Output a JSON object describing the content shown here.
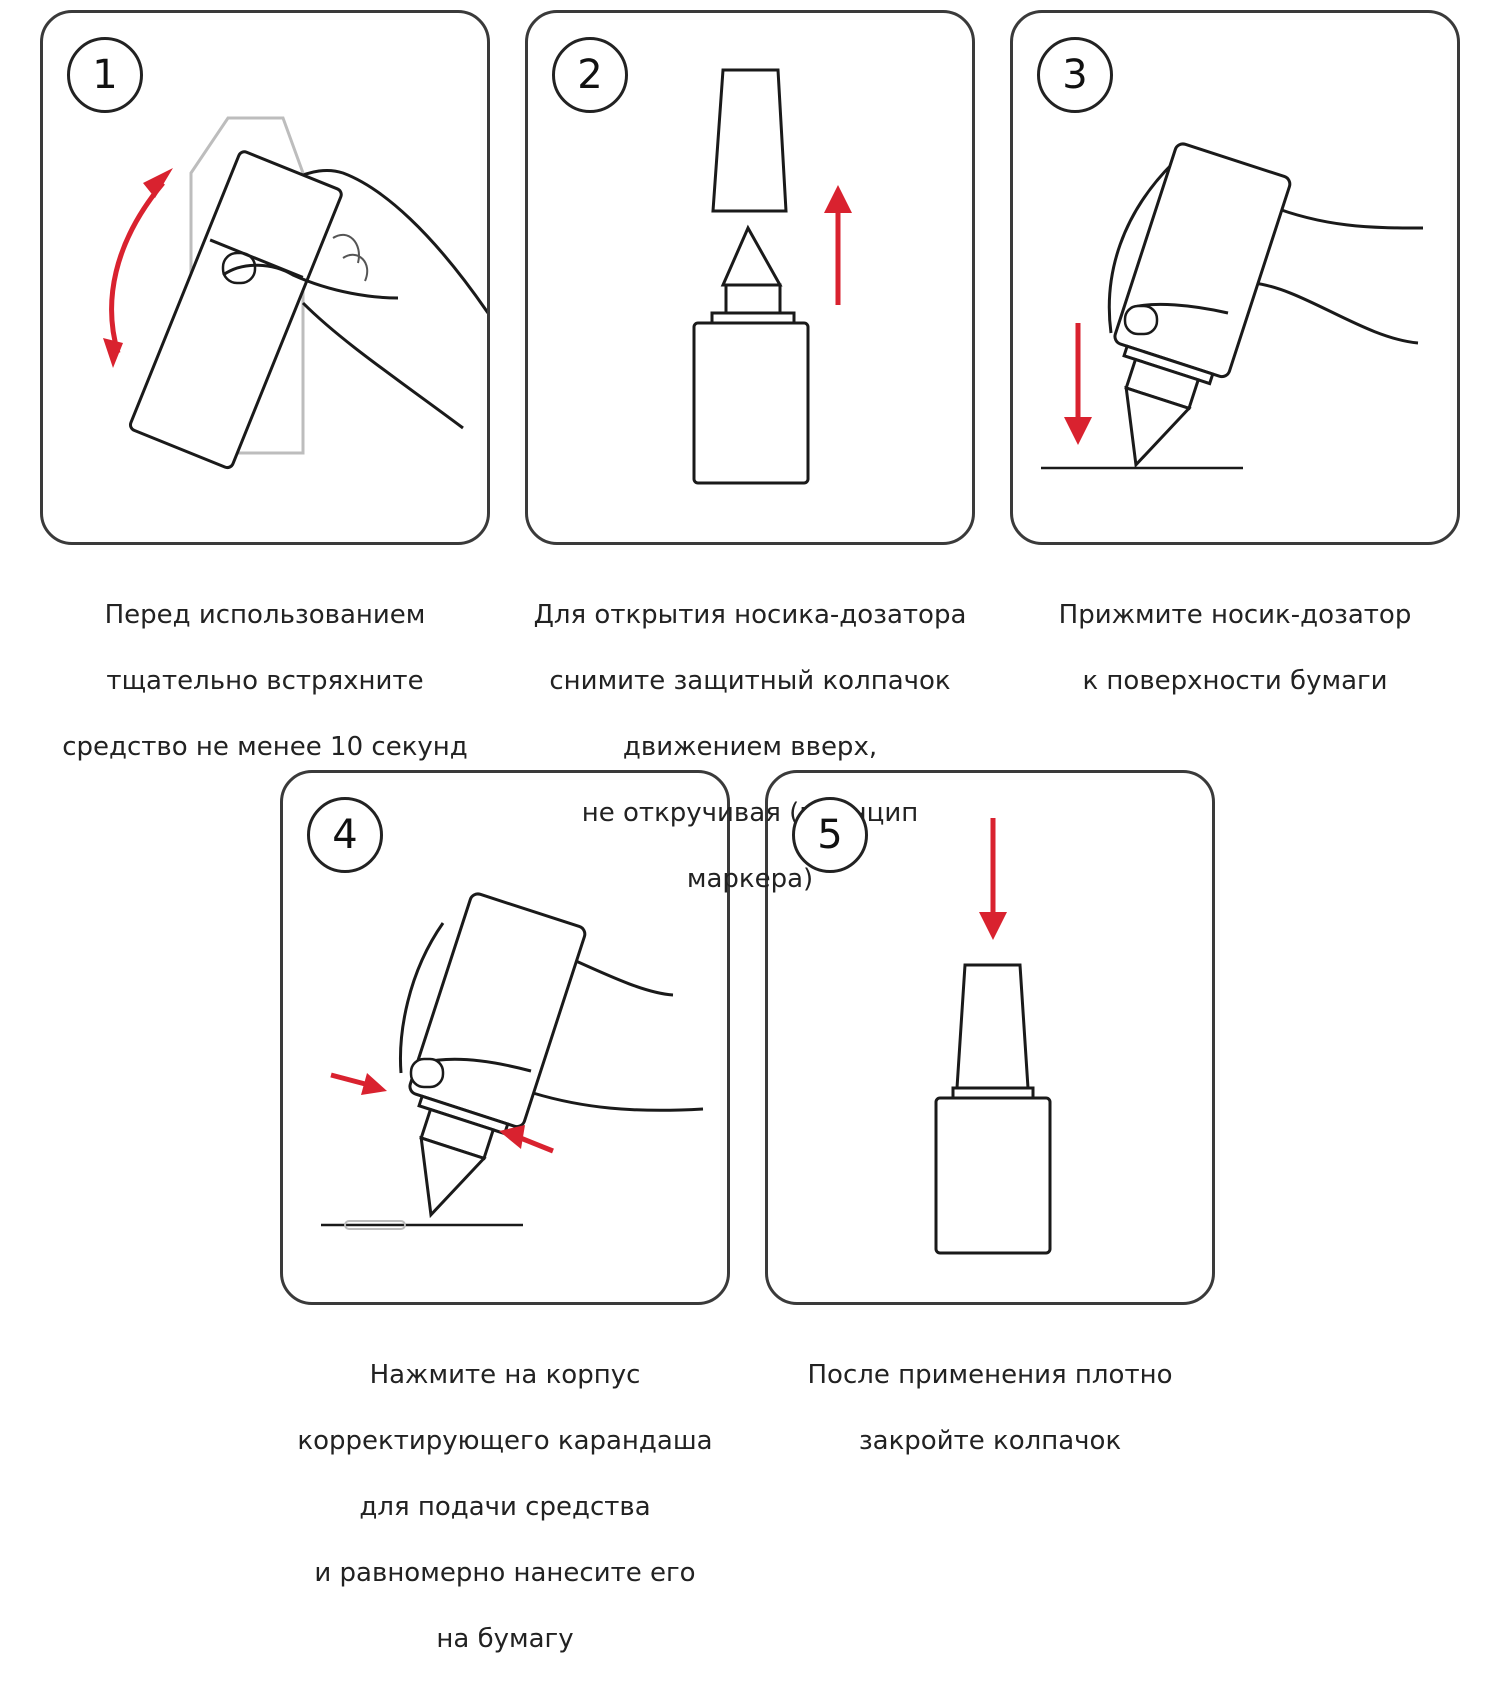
{
  "steps": [
    {
      "number": "1",
      "caption": [
        "Перед использованием",
        "тщательно встряхните",
        "средство не менее 10 секунд"
      ]
    },
    {
      "number": "2",
      "caption": [
        "Для открытия носика-дозатора",
        "снимите защитный колпачок",
        "движением вверх,",
        "не откручивая (принцип",
        "маркера)"
      ]
    },
    {
      "number": "3",
      "caption": [
        "Прижмите носик-дозатор",
        "к поверхности бумаги"
      ]
    },
    {
      "number": "4",
      "caption": [
        "Нажмите на корпус",
        "корректирующего карандаша",
        "для подачи средства",
        "и равномерно нанесите его",
        "на бумагу"
      ]
    },
    {
      "number": "5",
      "caption": [
        "После применения плотно",
        "закройте колпачок"
      ]
    }
  ],
  "colors": {
    "arrow": "#d9222f",
    "line": "#1a1a1a",
    "ghost": "#bdbdbd",
    "border": "#3a3a3a"
  },
  "icons": [
    "shake-bottle-icon",
    "remove-cap-icon",
    "press-nozzle-icon",
    "squeeze-bottle-icon",
    "close-cap-icon"
  ]
}
